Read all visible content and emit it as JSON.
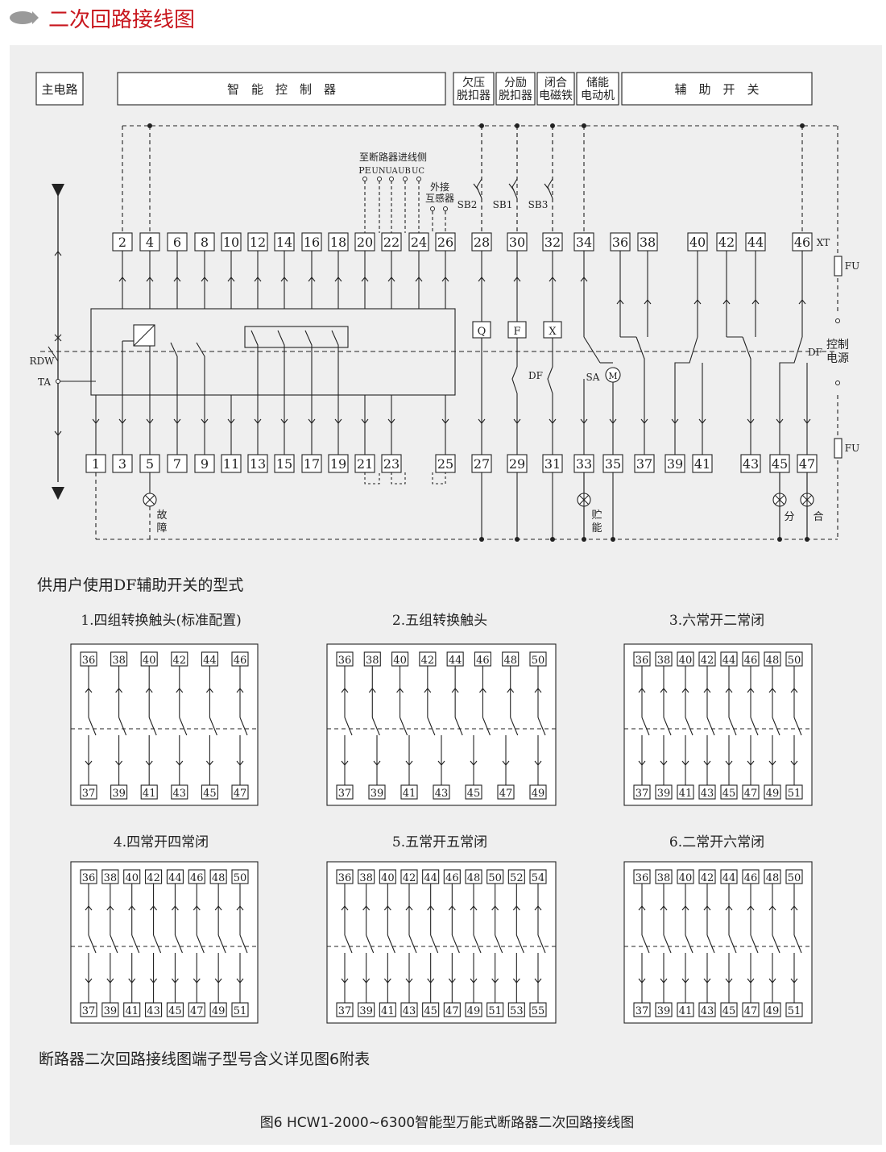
{
  "header": {
    "title": "二次回路接线图",
    "accent": "#c8161d",
    "marker_color": "#9a9a9a"
  },
  "main_diagram": {
    "top_boxes": [
      {
        "id": "main-circuit",
        "lines": [
          "主电路"
        ]
      },
      {
        "id": "smart-controller",
        "lines": [
          "智　能　控　制　器"
        ]
      },
      {
        "id": "undervoltage-release",
        "lines": [
          "欠压",
          "脱扣器"
        ]
      },
      {
        "id": "shunt-release",
        "lines": [
          "分励",
          "脱扣器"
        ]
      },
      {
        "id": "closing-magnet",
        "lines": [
          "闭合",
          "电磁铁"
        ]
      },
      {
        "id": "energy-motor",
        "lines": [
          "储能",
          "电动机"
        ]
      },
      {
        "id": "aux-switch",
        "lines": [
          "辅　助　开　关"
        ]
      }
    ],
    "top_terminals": [
      "2",
      "4",
      "6",
      "8",
      "10",
      "12",
      "14",
      "16",
      "18",
      "20",
      "22",
      "24",
      "26",
      "28",
      "30",
      "32",
      "34",
      "36",
      "38",
      "40",
      "42",
      "44",
      "46"
    ],
    "bottom_terminals": [
      "1",
      "3",
      "5",
      "7",
      "9",
      "11",
      "13",
      "15",
      "17",
      "19",
      "21",
      "23",
      "25",
      "27",
      "29",
      "31",
      "33",
      "35",
      "37",
      "39",
      "41",
      "43",
      "45",
      "47"
    ],
    "labels": {
      "to_incoming": "至断路器进线侧",
      "pe": "PE",
      "un": "UN",
      "ua": "UA",
      "ub": "UB",
      "uc": "UC",
      "ext_ct_1": "外接",
      "ext_ct_2": "互感器",
      "sb2": "SB2",
      "sb1": "SB1",
      "sb3": "SB3",
      "xt": "XT",
      "fu_top": "FU",
      "fu_bottom": "FU",
      "ctrl_power_1": "控制",
      "ctrl_power_2": "电源",
      "df_right": "DF",
      "df_mid": "DF",
      "rdw": "RDW",
      "ta": "TA",
      "coil_q": "Q",
      "coil_f": "F",
      "coil_x": "X",
      "sa": "SA",
      "motor": "M",
      "fault_1": "故",
      "fault_2": "障",
      "stored_1": "贮",
      "stored_2": "能",
      "open": "分",
      "close": "合"
    }
  },
  "df_section": {
    "heading": "供用户使用DF辅助开关的型式",
    "configs": [
      {
        "title": "1.四组转换触头(标准配置)",
        "top": [
          "36",
          "38",
          "40",
          "42",
          "44",
          "46"
        ],
        "bottom": [
          "37",
          "39",
          "41",
          "43",
          "45",
          "47"
        ]
      },
      {
        "title": "2.五组转换触头",
        "top": [
          "36",
          "38",
          "40",
          "42",
          "44",
          "46",
          "48",
          "50"
        ],
        "bottom": [
          "37",
          "39",
          "41",
          "43",
          "45",
          "47",
          "49"
        ]
      },
      {
        "title": "3.六常开二常闭",
        "top": [
          "36",
          "38",
          "40",
          "42",
          "44",
          "46",
          "48",
          "50"
        ],
        "bottom": [
          "37",
          "39",
          "41",
          "43",
          "45",
          "47",
          "49",
          "51"
        ]
      },
      {
        "title": "4.四常开四常闭",
        "top": [
          "36",
          "38",
          "40",
          "42",
          "44",
          "46",
          "48",
          "50"
        ],
        "bottom": [
          "37",
          "39",
          "41",
          "43",
          "45",
          "47",
          "49",
          "51"
        ]
      },
      {
        "title": "5.五常开五常闭",
        "top": [
          "36",
          "38",
          "40",
          "42",
          "44",
          "46",
          "48",
          "50",
          "52",
          "54"
        ],
        "bottom": [
          "37",
          "39",
          "41",
          "43",
          "45",
          "47",
          "49",
          "51",
          "53",
          "55"
        ]
      },
      {
        "title": "6.二常开六常闭",
        "top": [
          "36",
          "38",
          "40",
          "42",
          "44",
          "46",
          "48",
          "50"
        ],
        "bottom": [
          "37",
          "39",
          "41",
          "43",
          "45",
          "47",
          "49",
          "51"
        ]
      }
    ]
  },
  "note": "断路器二次回路接线图端子型号含义详见图6附表",
  "caption": "图6  HCW1-2000~6300智能型万能式断路器二次回路接线图"
}
